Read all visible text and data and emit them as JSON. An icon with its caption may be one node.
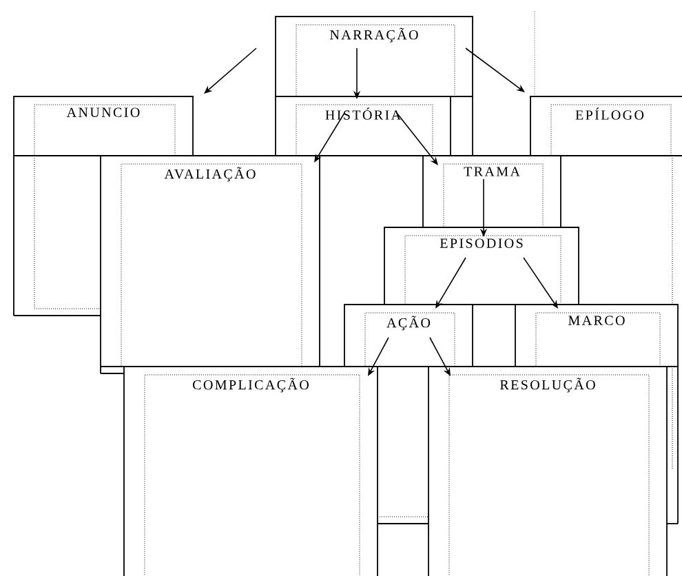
{
  "diagram": {
    "nodes": [
      {
        "text": [
          "NARRAÇÃO"
        ]
      },
      {
        "text": [
          "ANUNCIO"
        ]
      },
      {
        "text": [
          "HISTÓRIA"
        ]
      },
      {
        "text": [
          "EPÍLOGO"
        ]
      },
      {
        "text": [
          "AVALIAÇÃO"
        ]
      },
      {
        "text": [
          "TRAMA"
        ]
      },
      {
        "text": [
          "EPISODIOS"
        ]
      },
      {
        "text": [
          "AÇÃO"
        ]
      },
      {
        "text": [
          "MARCO"
        ]
      },
      {
        "text": [
          "COMPLICAÇÃO"
        ]
      },
      {
        "text": [
          "RESOLUÇÃO"
        ]
      }
    ],
    "edges": [
      {
        "from": 0,
        "to": 1,
        "arrow": "to"
      },
      {
        "from": 0,
        "to": 2,
        "arrow": "to"
      },
      {
        "from": 0,
        "to": 3,
        "arrow": "to"
      },
      {
        "from": 2,
        "to": 4,
        "arrow": "to"
      },
      {
        "from": 2,
        "to": 5,
        "arrow": "to"
      },
      {
        "from": 5,
        "to": 6,
        "arrow": "to"
      },
      {
        "from": 6,
        "to": 7,
        "arrow": "to"
      },
      {
        "from": 6,
        "to": 8,
        "arrow": "to"
      },
      {
        "from": 7,
        "to": 9,
        "arrow": "to"
      },
      {
        "from": 7,
        "to": 10,
        "arrow": "to"
      }
    ]
  }
}
